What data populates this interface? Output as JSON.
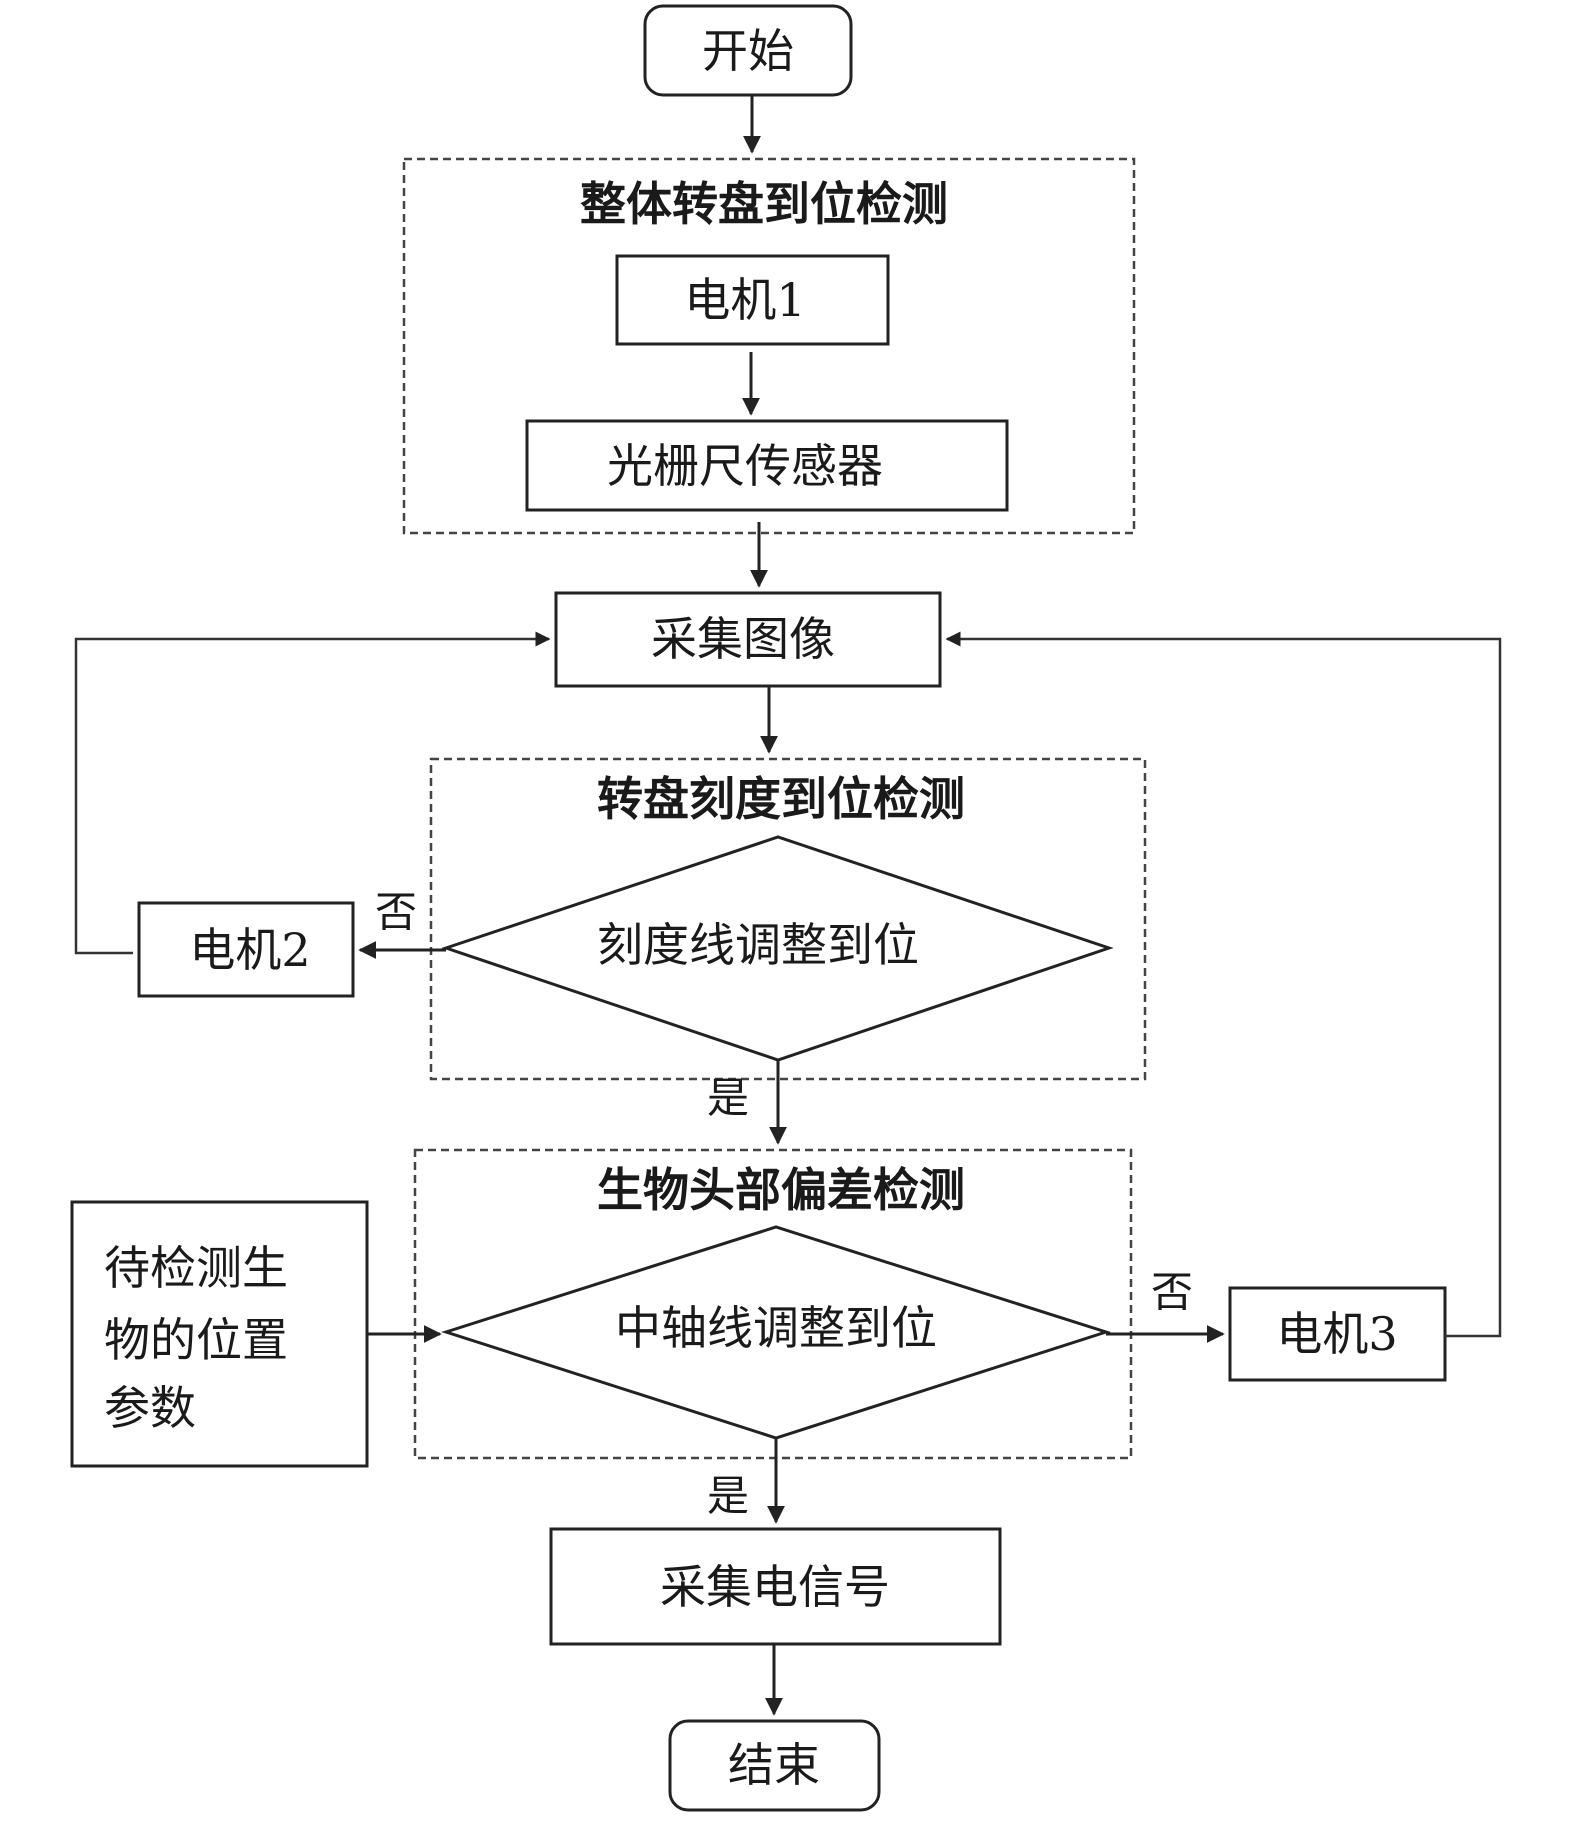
{
  "flowchart": {
    "start": "开始",
    "end": "结束",
    "group1": {
      "title": "整体转盘到位检测",
      "motor": "电机1",
      "sensor": "光栅尺传感器"
    },
    "capture_image": "采集图像",
    "group2": {
      "title": "转盘刻度到位检测",
      "decision": "刻度线调整到位",
      "no_label": "否",
      "yes_label": "是",
      "motor": "电机2"
    },
    "group3": {
      "title": "生物头部偏差检测",
      "decision": "中轴线调整到位",
      "no_label": "否",
      "yes_label": "是",
      "motor": "电机3"
    },
    "params_box": {
      "lines": [
        "待检测生",
        "物的位置",
        "参数"
      ]
    },
    "capture_signal": "采集电信号"
  }
}
